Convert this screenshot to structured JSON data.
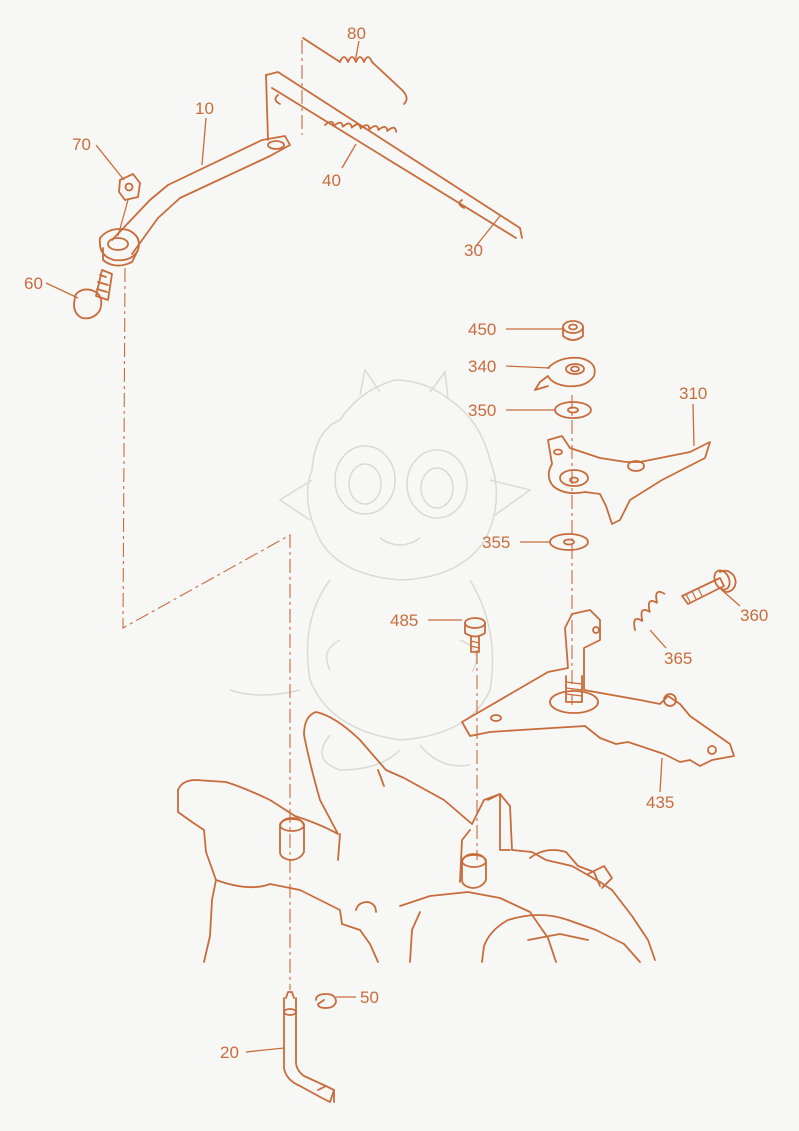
{
  "colors": {
    "background": "#f7f7f5",
    "line": "#c86c3c",
    "watermark": "#d9d9d6"
  },
  "labels": [
    {
      "id": "p80",
      "text": "80"
    },
    {
      "id": "p10",
      "text": "10"
    },
    {
      "id": "p70",
      "text": "70"
    },
    {
      "id": "p40",
      "text": "40"
    },
    {
      "id": "p30",
      "text": "30"
    },
    {
      "id": "p60",
      "text": "60"
    },
    {
      "id": "p450",
      "text": "450"
    },
    {
      "id": "p340",
      "text": "340"
    },
    {
      "id": "p310",
      "text": "310"
    },
    {
      "id": "p350",
      "text": "350"
    },
    {
      "id": "p355",
      "text": "355"
    },
    {
      "id": "p360",
      "text": "360"
    },
    {
      "id": "p485",
      "text": "485"
    },
    {
      "id": "p365",
      "text": "365"
    },
    {
      "id": "p435",
      "text": "435"
    },
    {
      "id": "p50",
      "text": "50"
    },
    {
      "id": "p20",
      "text": "20"
    }
  ]
}
